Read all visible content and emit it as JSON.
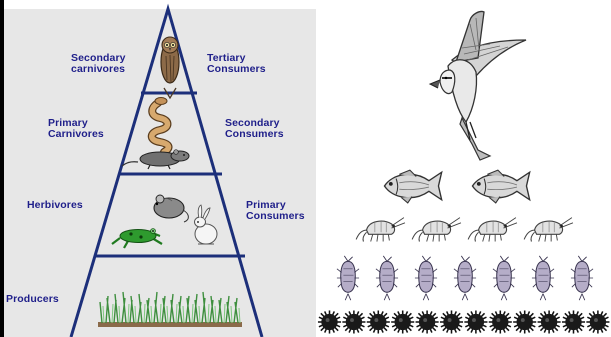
{
  "colors": {
    "panel_bg": "#e7e7e7",
    "label_color": "#1f1f8a",
    "pyramid_line": "#1c2f7a",
    "left_edge": "#000000"
  },
  "pyramid": {
    "left_labels": [
      {
        "id": "secondary-carnivores",
        "text": "Secondary\ncarnivores"
      },
      {
        "id": "primary-carnivores",
        "text": "Primary\nCarnivores"
      },
      {
        "id": "herbivores",
        "text": "Herbivores"
      },
      {
        "id": "producers",
        "text": "Producers"
      }
    ],
    "right_labels": [
      {
        "id": "tertiary-consumers",
        "text": "Tertiary\nConsumers"
      },
      {
        "id": "secondary-consumers",
        "text": "Secondary\nConsumers"
      },
      {
        "id": "primary-consumers",
        "text": "Primary\nConsumers"
      }
    ],
    "tier_icons": [
      "owl-icon",
      "snake-icon",
      "rat-icon",
      "mouse-icon",
      "frog-icon",
      "rabbit-icon",
      "grass-icon"
    ]
  },
  "food_chain": {
    "icons": [
      "osprey-icon",
      "fish-icon",
      "shrimp-icon",
      "zooplankton-icon",
      "phytoplankton-icon"
    ],
    "rows": [
      {
        "organism": "osprey-icon",
        "count": 1
      },
      {
        "organism": "fish-icon",
        "count": 2
      },
      {
        "organism": "shrimp-icon",
        "count": 4
      },
      {
        "organism": "zooplankton-icon",
        "count": 7
      },
      {
        "organism": "phytoplankton-icon",
        "count": 12
      }
    ]
  }
}
